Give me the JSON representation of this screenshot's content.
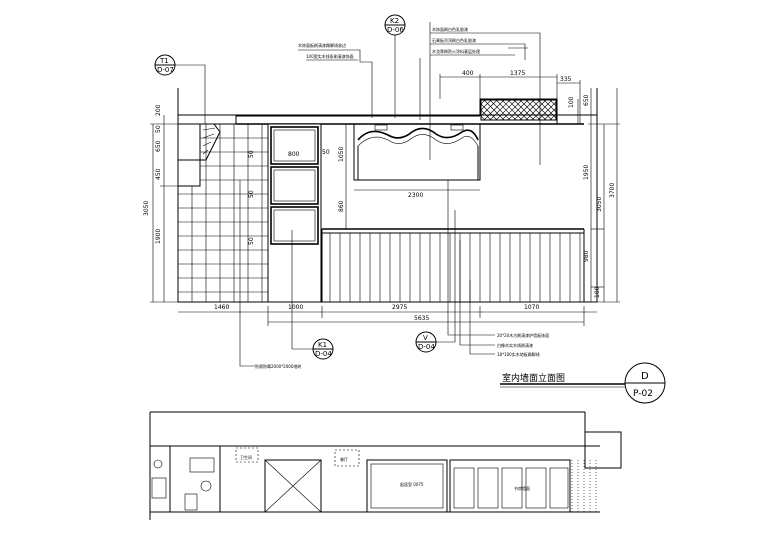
{
  "callouts": {
    "t1": {
      "top": "T1",
      "bottom": "D-07"
    },
    "k2": {
      "top": "K2",
      "bottom": "D-06"
    },
    "k1": {
      "top": "K1",
      "bottom": "D-04"
    },
    "v": {
      "top": "V",
      "bottom": "D-04"
    }
  },
  "drawing_title": "室内墙面立面图",
  "title_badge": {
    "letter": "D",
    "sheet": "P-02"
  },
  "dimensions": {
    "top_400": "400",
    "top_1375": "1375",
    "top_335": "335",
    "right_100": "100",
    "right_650": "650",
    "right_1950": "1950",
    "right_3050": "3050",
    "right_3700": "3700",
    "right_980": "980",
    "right_100b": "100",
    "left_200": "200",
    "left_50": "50",
    "left_650": "650",
    "left_450": "450",
    "left_3050": "3050",
    "left_1900": "1900",
    "arch_1050": "1050",
    "arch_width_2300": "2300",
    "panel_860": "860",
    "door_800": "800",
    "door_50": "50",
    "tile_50a": "50",
    "tile_50b": "50",
    "tile_50c": "50",
    "bottom_1460": "1460",
    "bottom_1000": "1000",
    "bottom_2975": "2975",
    "bottom_1070": "1070",
    "bottom_total": "5635"
  },
  "notes": {
    "top_left_1": "木饰面板刷清漆踢脚线收边",
    "top_left_2": "100宽实木线条刷清漆饰面",
    "top_right_1": "木饰面刷白色乳胶漆",
    "top_right_2": "石膏板吊顶刷白色乳胶漆",
    "top_right_3": "木龙骨刷防火涂料基层处理",
    "bottom_1": "20*20木方刷清漆护墙板饰面",
    "bottom_2": "白橡木实木线刷清漆",
    "bottom_3": "18*100实木地板踢脚线",
    "left_bottom": "防腐防霉2000*2000地砖"
  },
  "plan_labels": {
    "label_1": "卫生间",
    "label_2": "餐厅",
    "label_3": "起居室 0075",
    "label_4": "书房墙面"
  }
}
